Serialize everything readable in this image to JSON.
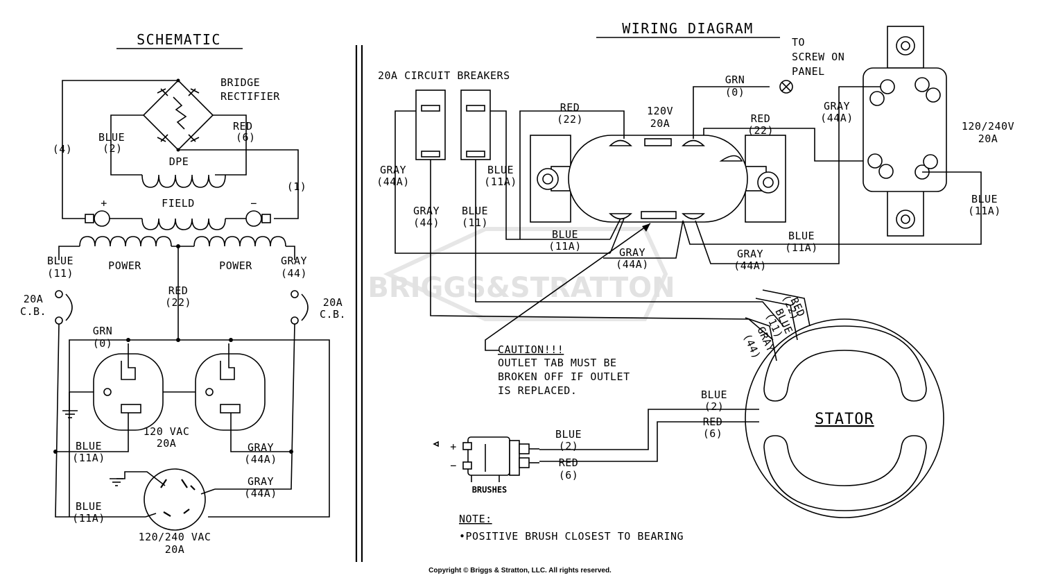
{
  "schematic": {
    "title": "SCHEMATIC",
    "bridge_rectifier": [
      "BRIDGE",
      "RECTIFIER"
    ],
    "wire_4": "(4)",
    "blue_2": [
      "BLUE",
      "(2)"
    ],
    "red_6": [
      "RED",
      "(6)"
    ],
    "dpe": "DPE",
    "wire_1": "(1)",
    "plus": "+",
    "minus": "−",
    "field": "FIELD",
    "power_left": "POWER",
    "power_right": "POWER",
    "blue_11": [
      "BLUE",
      "(11)"
    ],
    "gray_44": [
      "GRAY",
      "(44)"
    ],
    "red_22": [
      "RED",
      "(22)"
    ],
    "cb_left": [
      "20A",
      "C.B."
    ],
    "cb_right": [
      "20A",
      "C.B."
    ],
    "grn_0": [
      "GRN",
      "(0)"
    ],
    "outlet_120": [
      "120 VAC",
      "20A"
    ],
    "blue_11a_a": [
      "BLUE",
      "(11A)"
    ],
    "gray_44a_a": [
      "GRAY",
      "(44A)"
    ],
    "gray_44a_b": [
      "GRAY",
      "(44A)"
    ],
    "blue_11a_b": [
      "BLUE",
      "(11A)"
    ],
    "outlet_240": [
      "120/240 VAC",
      "20A"
    ]
  },
  "wiring": {
    "title": "WIRING DIAGRAM",
    "breakers": "20A CIRCUIT BREAKERS",
    "to_screw": [
      "TO",
      "SCREW ON",
      "PANEL"
    ],
    "grn_0": [
      "GRN",
      "(0)"
    ],
    "red_22_a": [
      "RED",
      "(22)"
    ],
    "outlet_120": [
      "120V",
      "20A"
    ],
    "red_22_b": [
      "RED",
      "(22)"
    ],
    "gray_44a_top": [
      "GRAY",
      "(44A)"
    ],
    "outlet_240": [
      "120/240V",
      "20A"
    ],
    "gray_44a_left": [
      "GRAY",
      "(44A)"
    ],
    "blue_11a_left": [
      "BLUE",
      "(11A)"
    ],
    "gray_44": [
      "GRAY",
      "(44)"
    ],
    "blue_11": [
      "BLUE",
      "(11)"
    ],
    "blue_11a_mid": [
      "BLUE",
      "(11A)"
    ],
    "gray_44a_mid": [
      "GRAY",
      "(44A)"
    ],
    "blue_11a_right": [
      "BLUE",
      "(11A)"
    ],
    "gray_44a_right": [
      "GRAY",
      "(44A)"
    ],
    "blue_11a_far": [
      "BLUE",
      "(11A)"
    ],
    "stator_leads": [
      "RED",
      "(22)",
      "BLUE",
      "(11)",
      "GRAY",
      "(44)"
    ],
    "caution": [
      "CAUTION!!!",
      "OUTLET TAB MUST BE",
      "BROKEN OFF IF OUTLET",
      "IS REPLACED."
    ],
    "blue_2": [
      "BLUE",
      "(2)"
    ],
    "red_6": [
      "RED",
      "(6)"
    ],
    "stator": "STATOR",
    "brush_blue_2": [
      "BLUE",
      "(2)"
    ],
    "brush_red_6": [
      "RED",
      "(6)"
    ],
    "brush_plus": "+",
    "brush_minus": "−",
    "brushes": "BRUSHES",
    "note_title": "NOTE:",
    "note_text": "•POSITIVE BRUSH CLOSEST TO BEARING"
  },
  "watermark": "BRIGGS&STRATTON",
  "copyright": "Copyright © Briggs & Stratton, LLC. All rights reserved."
}
